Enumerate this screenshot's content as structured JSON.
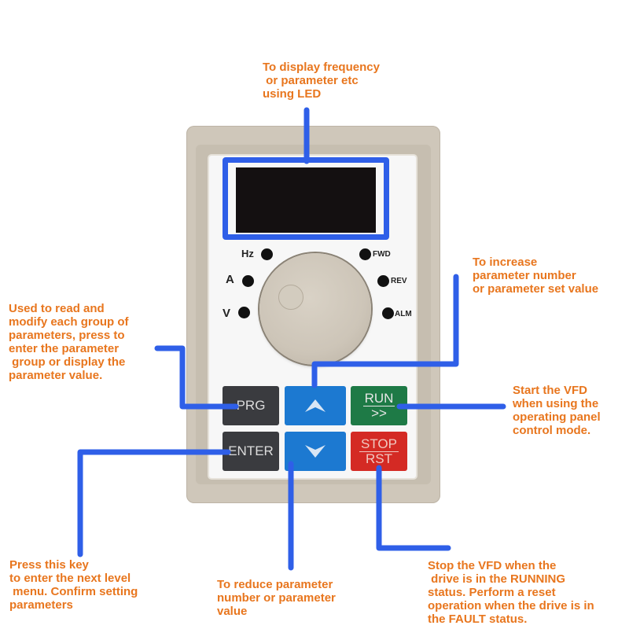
{
  "annotation_color": "#e8761e",
  "leader_color": "#2f5fe8",
  "callouts": {
    "display": "To display frequency\n or parameter etc\nusing LED",
    "prg": "Used to read and\nmodify each group of\nparameters, press to\nenter the parameter\n group or display the\nparameter value.",
    "up": "To increase\nparameter number\nor parameter set value",
    "run": "Start the VFD\nwhen using the\noperating panel\ncontrol mode.",
    "enter": "Press this key\nto enter the next level\n menu. Confirm setting\nparameters",
    "down": "To reduce parameter\nnumber or parameter\nvalue",
    "stop": "Stop the VFD when the\n drive is in the RUNNING\nstatus. Perform a reset\noperation when the drive is in\nthe FAULT status."
  },
  "indicators": {
    "hz": "Hz",
    "a": "A",
    "v": "V",
    "fwd": "FWD",
    "rev": "REV",
    "alm": "ALM"
  },
  "keys": {
    "prg": "PRG",
    "enter": "ENTER",
    "up_icon": "chevron-up-icon",
    "down_icon": "chevron-down-icon",
    "run_top": "RUN",
    "run_bottom": ">>",
    "stop_top": "STOP",
    "stop_bottom": "RST"
  }
}
